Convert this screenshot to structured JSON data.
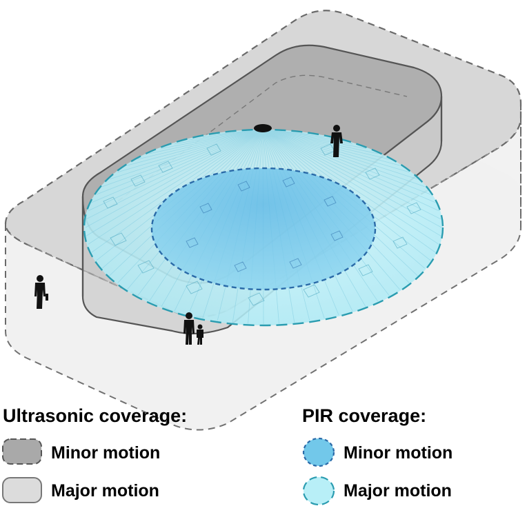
{
  "legend": {
    "ultrasonic": {
      "heading": "Ultrasonic coverage:",
      "minor_label": "Minor motion",
      "major_label": "Major motion"
    },
    "pir": {
      "heading": "PIR coverage:",
      "minor_label": "Minor motion",
      "major_label": "Major motion"
    }
  },
  "colors": {
    "ultrasonic_major_fill": "#dcdcdc",
    "ultrasonic_minor_fill": "#a9a9a9",
    "ultrasonic_outline": "#555555",
    "pir_major_fill": "#b8eff7",
    "pir_major_stroke": "#2a9cb0",
    "pir_minor_fill": "#72c8ea",
    "pir_minor_stroke": "#2a6aa8",
    "sensor": "#111111"
  },
  "icons": {
    "sensor": "ceiling-sensor-icon",
    "person": "person-silhouette-icon"
  }
}
